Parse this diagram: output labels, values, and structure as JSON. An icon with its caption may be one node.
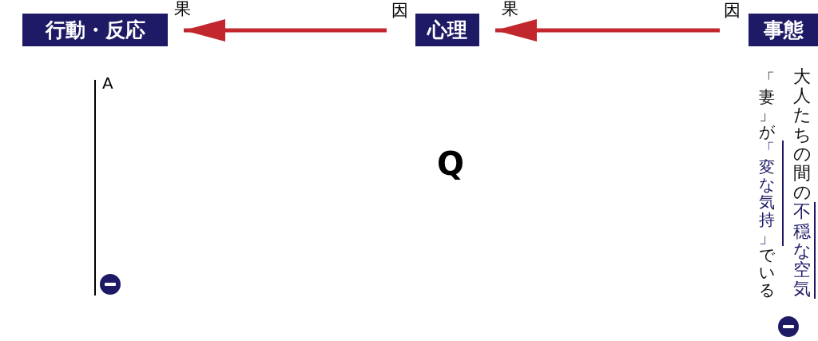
{
  "diagram": {
    "nodes": [
      {
        "text": [
          "行動・反応"
        ]
      },
      {
        "text": [
          "心理"
        ]
      },
      {
        "text": [
          "事態"
        ]
      }
    ],
    "edges": [
      {
        "from": 2,
        "to": 1,
        "arrow": "to",
        "color": "#c1272d"
      },
      {
        "from": 1,
        "to": 0,
        "arrow": "to",
        "color": "#c1272d"
      }
    ],
    "labels": [
      "果",
      "因",
      "果",
      "因",
      "「妻」が**「変な気持」**でいる",
      "大人たちの間の**不穏な空気**",
      "A",
      "Q"
    ]
  }
}
